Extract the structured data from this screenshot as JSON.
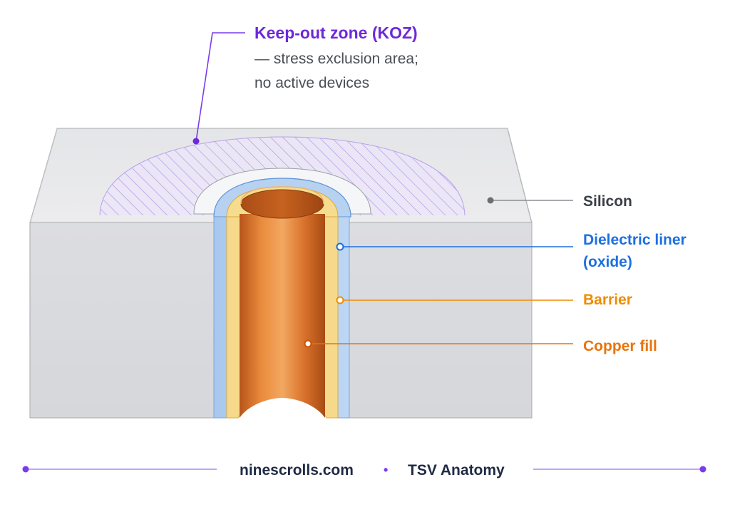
{
  "labels": {
    "koz_title": "Keep-out zone (KOZ)",
    "koz_desc_line1": "— stress exclusion area;",
    "koz_desc_line2": "no active devices",
    "silicon": "Silicon",
    "dielectric_line1": "Dielectric liner",
    "dielectric_line2": "(oxide)",
    "barrier": "Barrier",
    "copper": "Copper fill"
  },
  "footer": {
    "site": "ninescrolls.com",
    "separator": "•",
    "title": "TSV Anatomy"
  },
  "colors": {
    "koz": "#6d28d9",
    "dielectric": "#1d6fe0",
    "barrier": "#f08c00",
    "copper": "#e8730c",
    "silicon_text": "#3a3f47",
    "body_text": "#4a4f57",
    "footer_text": "#1f2a44",
    "footer_rule": "#7c3aed"
  }
}
